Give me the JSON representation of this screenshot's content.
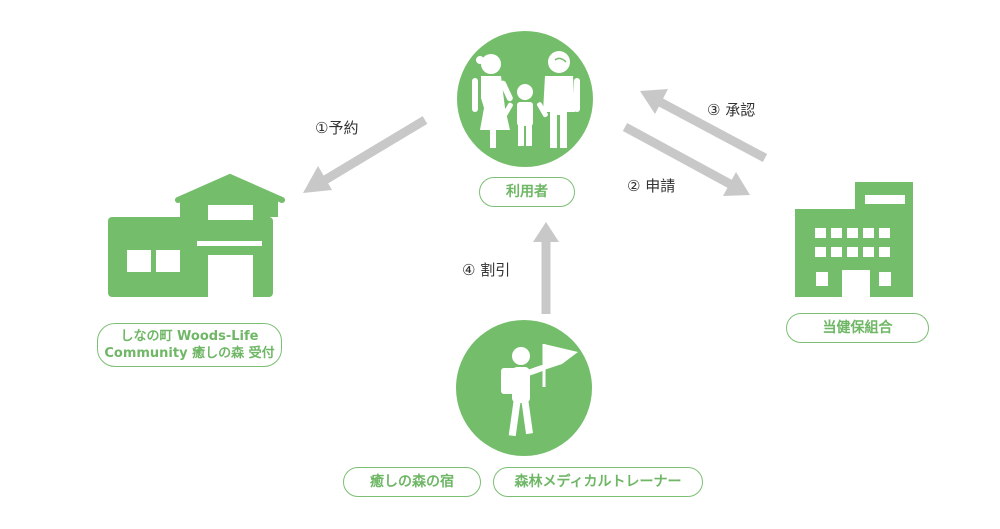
{
  "colors": {
    "green": "#74be6b",
    "arrow": "#c8c8c8",
    "text_green": "#6fb766",
    "text_dark": "#333333"
  },
  "nodes": {
    "user": {
      "label": "利用者",
      "icon": "family-icon"
    },
    "reception": {
      "label_line1": "しなの町 Woods-Life",
      "label_line2": "Community 癒しの森 受付",
      "icon": "house-icon"
    },
    "insurer": {
      "label": "当健保組合",
      "icon": "office-building-icon"
    },
    "providers": {
      "labels": [
        "癒しの森の宿",
        "森林メディカルトレーナー"
      ],
      "icon": "hiker-flag-icon"
    }
  },
  "steps": {
    "reserve": "①予約",
    "apply": "② 申請",
    "approve": "③ 承認",
    "discount": "④ 割引"
  }
}
